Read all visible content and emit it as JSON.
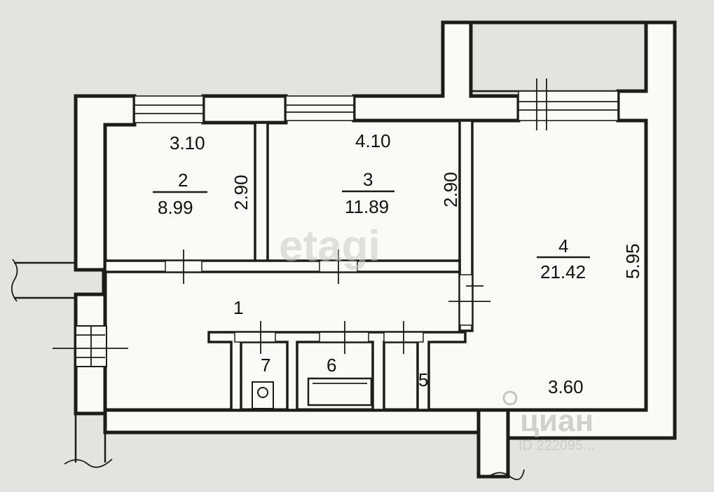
{
  "rooms": [
    {
      "number": "1"
    },
    {
      "number": "2",
      "area": "8.99",
      "width": "3.10",
      "depth": "2.90"
    },
    {
      "number": "3",
      "area": "11.89",
      "width": "4.10",
      "depth": "2.90"
    },
    {
      "number": "4",
      "area": "21.42",
      "width": "3.60",
      "depth": "5.95"
    },
    {
      "number": "5"
    },
    {
      "number": "6"
    },
    {
      "number": "7"
    }
  ],
  "watermarks": {
    "etagi": "etagi",
    "cian": "циан",
    "cian_id": "ID 222095..."
  },
  "colors": {
    "wall_line": "#1c1c1c",
    "fill": "#fafaf8",
    "background": "#e3e3e1"
  }
}
